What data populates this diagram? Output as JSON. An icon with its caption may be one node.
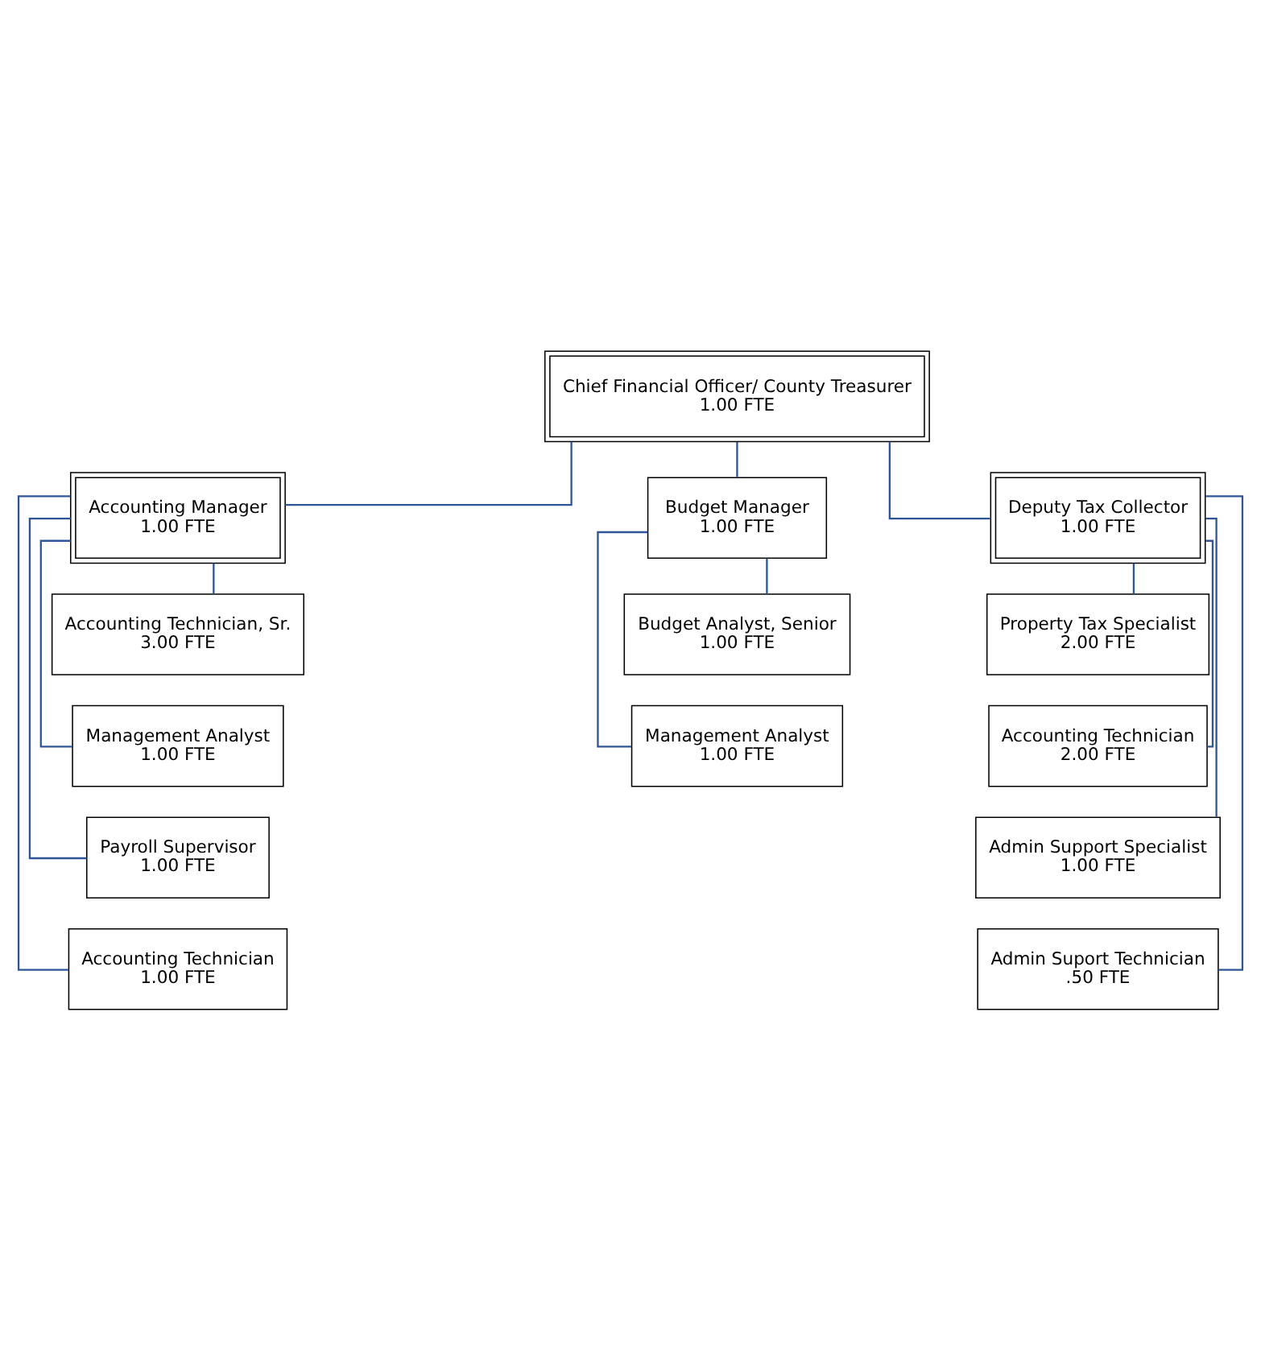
{
  "diagram": {
    "nodes": [
      {
        "text": [
          "Chief Financial Officer/ County Treasurer",
          "1.00 FTE"
        ]
      },
      {
        "text": [
          "Accounting Manager",
          "1.00 FTE"
        ]
      },
      {
        "text": [
          "Budget Manager",
          "1.00 FTE"
        ]
      },
      {
        "text": [
          "Deputy Tax Collector",
          "1.00 FTE"
        ]
      },
      {
        "text": [
          "Accounting Technician, Sr.",
          "3.00 FTE"
        ]
      },
      {
        "text": [
          "Management Analyst",
          "1.00 FTE"
        ]
      },
      {
        "text": [
          "Payroll Supervisor",
          "1.00 FTE"
        ]
      },
      {
        "text": [
          "Accounting Technician",
          "1.00 FTE"
        ]
      },
      {
        "text": [
          "Budget Analyst, Senior",
          "1.00 FTE"
        ]
      },
      {
        "text": [
          "Management Analyst",
          "1.00 FTE"
        ]
      },
      {
        "text": [
          "Property Tax Specialist",
          "2.00 FTE"
        ]
      },
      {
        "text": [
          "Accounting Technician",
          "2.00 FTE"
        ]
      },
      {
        "text": [
          "Admin Support Specialist",
          "1.00 FTE"
        ]
      },
      {
        "text": [
          "Admin Suport Technician",
          ".50 FTE"
        ]
      }
    ],
    "edges": [
      {
        "from": 0,
        "to": 1,
        "arrow": "none"
      },
      {
        "from": 0,
        "to": 2,
        "arrow": "none"
      },
      {
        "from": 0,
        "to": 3,
        "arrow": "none"
      },
      {
        "from": 1,
        "to": 4,
        "arrow": "none"
      },
      {
        "from": 1,
        "to": 5,
        "arrow": "none"
      },
      {
        "from": 1,
        "to": 6,
        "arrow": "none"
      },
      {
        "from": 1,
        "to": 7,
        "arrow": "none"
      },
      {
        "from": 2,
        "to": 8,
        "arrow": "none"
      },
      {
        "from": 2,
        "to": 9,
        "arrow": "none"
      },
      {
        "from": 3,
        "to": 10,
        "arrow": "none"
      },
      {
        "from": 3,
        "to": 11,
        "arrow": "none"
      },
      {
        "from": 3,
        "to": 12,
        "arrow": "none"
      },
      {
        "from": 3,
        "to": 13,
        "arrow": "none"
      }
    ]
  }
}
